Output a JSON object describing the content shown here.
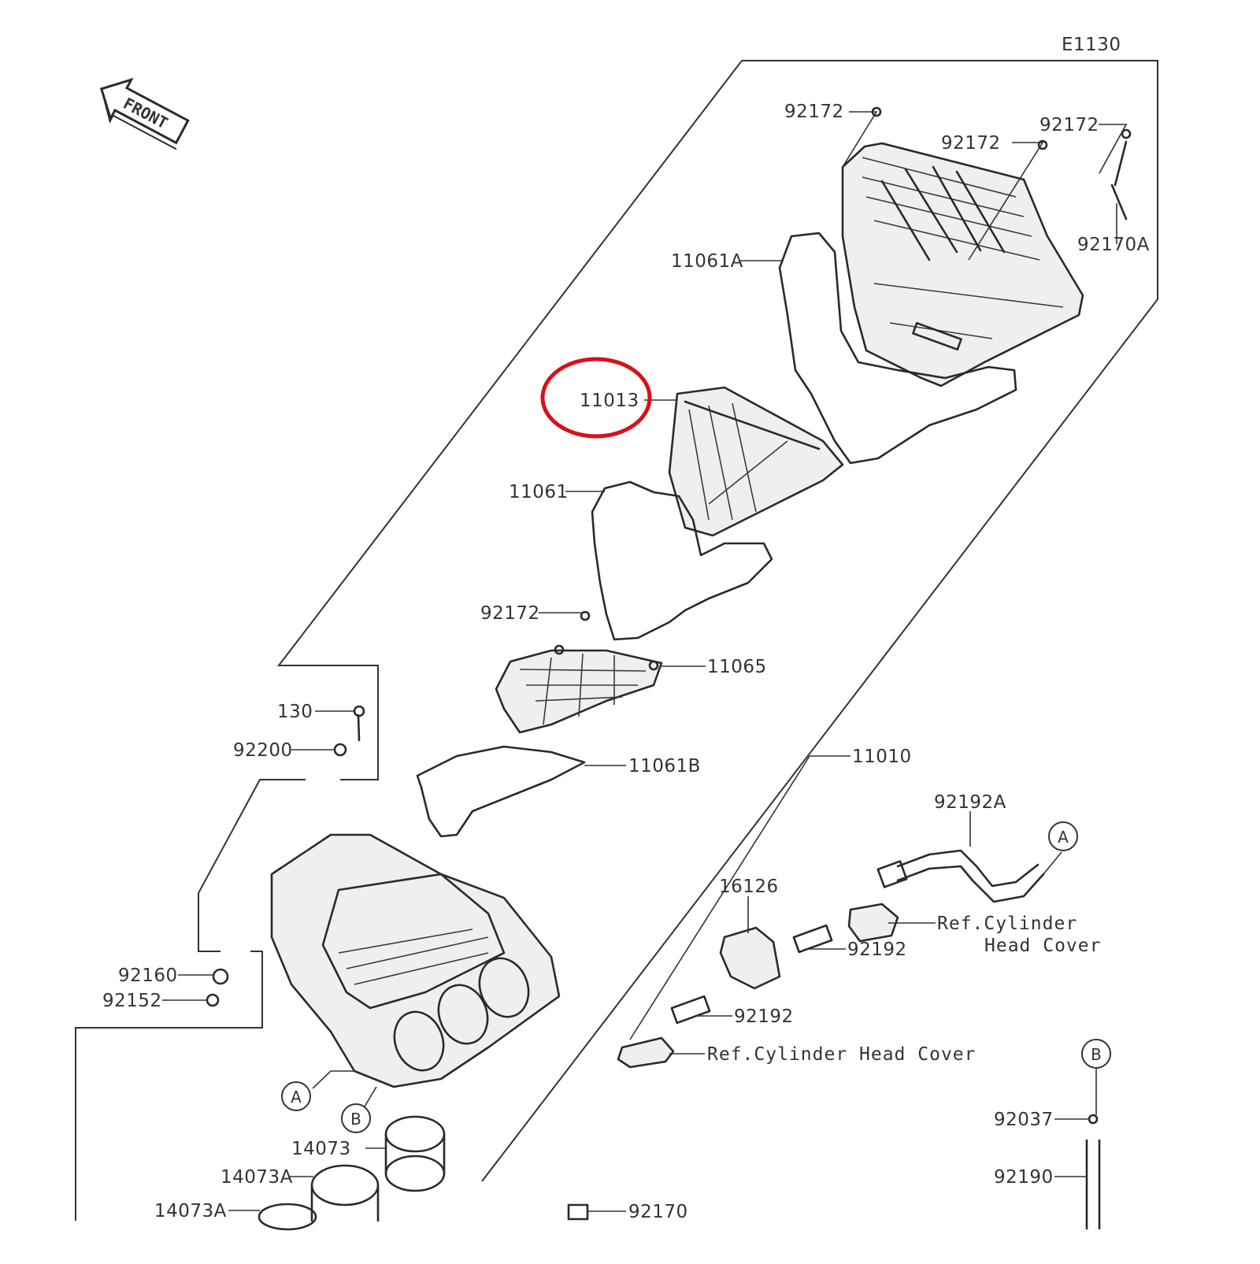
{
  "diagram_code": "E1130",
  "front_label": "FRONT",
  "highlight_color": "#d6111b",
  "parts": {
    "p92172_a": "92172",
    "p92172_b": "92172",
    "p92172_c": "92172",
    "p92170A": "92170A",
    "p11061A": "11061A",
    "p11013": "11013",
    "p11061": "11061",
    "p92172_d": "92172",
    "p11065": "11065",
    "p130": "130",
    "p92200": "92200",
    "p11061B": "11061B",
    "p11010": "11010",
    "p92192A": "92192A",
    "p16126": "16126",
    "p92192_a": "92192",
    "p92192_b": "92192",
    "p92160": "92160",
    "p92152": "92152",
    "p14073": "14073",
    "p14073A_a": "14073A",
    "p14073A_b": "14073A",
    "p92170": "92170",
    "p92037": "92037",
    "p92190": "92190"
  },
  "refs": {
    "ref_cyl_head_1_line1": "Ref.Cylinder",
    "ref_cyl_head_1_line2": "Head Cover",
    "ref_cyl_head_2": "Ref.Cylinder Head Cover"
  },
  "callouts": {
    "a_top": "A",
    "a_bottom": "A",
    "b_right": "B",
    "b_bottom": "B"
  }
}
